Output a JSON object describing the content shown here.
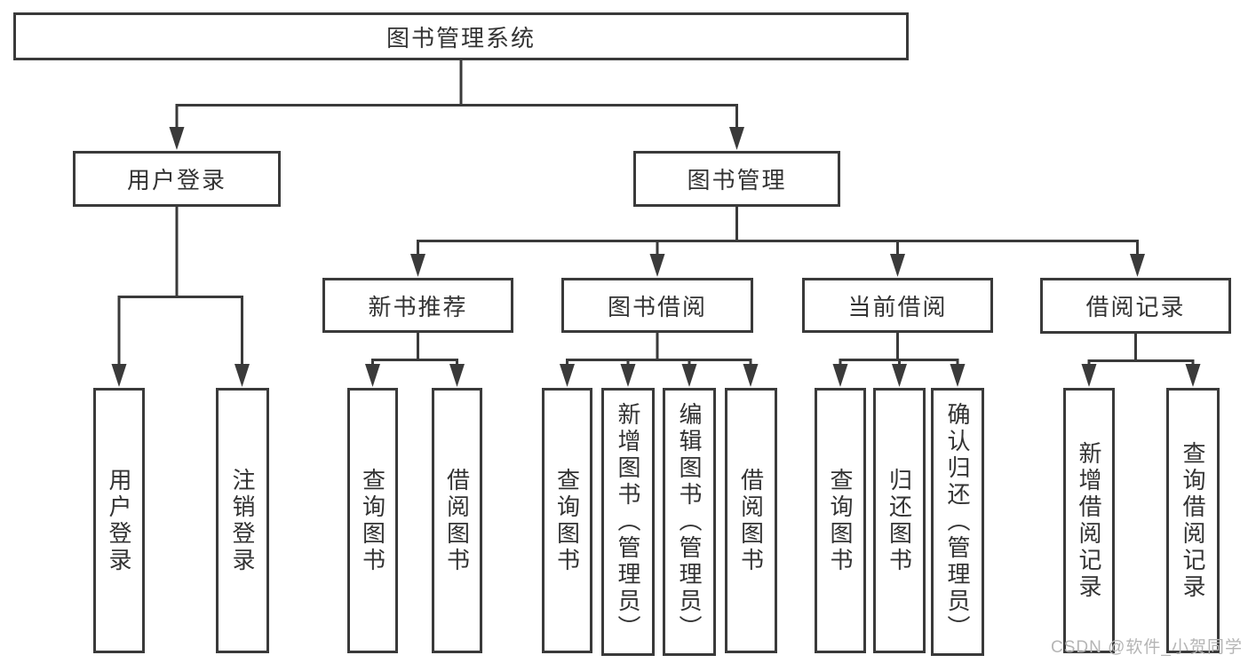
{
  "diagram": {
    "watermark": "CSDN @软件_小贺同学",
    "colors": {
      "line": "#3a3a3a",
      "border": "#3a3a3a",
      "text": "#333333",
      "background": "#ffffff",
      "watermark_text": "#b5b5b5"
    },
    "root": {
      "label": "图书管理系统",
      "children": [
        {
          "label": "用户登录",
          "children": [
            {
              "label": "用户登录"
            },
            {
              "label": "注销登录"
            }
          ]
        },
        {
          "label": "图书管理",
          "children": [
            {
              "label": "新书推荐",
              "children": [
                {
                  "label": "查询图书"
                },
                {
                  "label": "借阅图书"
                }
              ]
            },
            {
              "label": "图书借阅",
              "children": [
                {
                  "label": "查询图书"
                },
                {
                  "label": "新增图书（管理员）"
                },
                {
                  "label": "编辑图书（管理员）"
                },
                {
                  "label": "借阅图书"
                }
              ]
            },
            {
              "label": "当前借阅",
              "children": [
                {
                  "label": "查询图书"
                },
                {
                  "label": "归还图书"
                },
                {
                  "label": "确认归还（管理员）"
                }
              ]
            },
            {
              "label": "借阅记录",
              "children": [
                {
                  "label": "新增借阅记录"
                },
                {
                  "label": "查询借阅记录"
                }
              ]
            }
          ]
        }
      ]
    }
  }
}
